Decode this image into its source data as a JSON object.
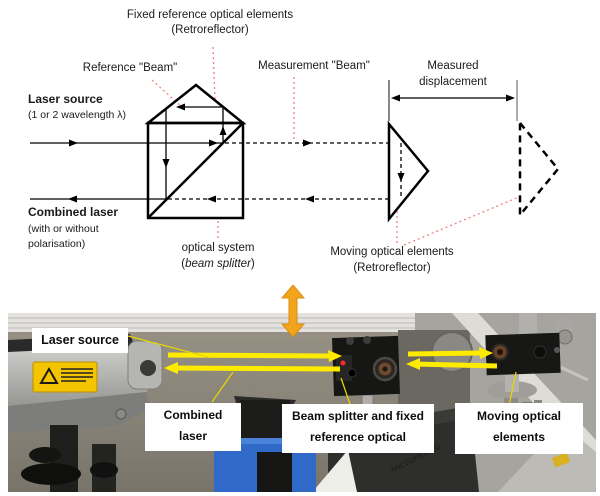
{
  "diagram": {
    "labels": {
      "fixed_ref_line1": "Fixed reference optical elements",
      "fixed_ref_line2": "(Retroreflector)",
      "reference_beam": "Reference \"Beam\"",
      "measurement_beam": "Measurement \"Beam\"",
      "measured_line1": "Measured",
      "measured_line2": "displacement",
      "laser_source": "Laser source",
      "laser_source_sub": "(1 or 2 wavelength λ)",
      "combined_laser": "Combined laser",
      "combined_sub1": "(with or without",
      "combined_sub2": "polarisation)",
      "optical_system": "optical system",
      "beam_splitter_open": "(",
      "beam_splitter_italic": "beam splitter",
      "beam_splitter_close": ")",
      "moving_line1": "Moving optical elements",
      "moving_line2": "(Retroreflector)"
    },
    "colors": {
      "annotation_red": "#F07F7F",
      "line_black": "#000000"
    }
  },
  "connector": {
    "color": "#F2A41C"
  },
  "photo": {
    "labels": {
      "laser_source": "Laser source",
      "combined_line1": "Combined",
      "combined_line2": "laser",
      "beam_splitter_line1": "Beam splitter and fixed",
      "beam_splitter_line2": "reference optical",
      "moving_line1": "Moving optical",
      "moving_line2": "elements"
    },
    "machine_text": "ANCEDREAL3D",
    "colors": {
      "beam_yellow": "#FFEB00",
      "blue_block": "#3069C8",
      "warning_yellow": "#F5C400"
    }
  }
}
